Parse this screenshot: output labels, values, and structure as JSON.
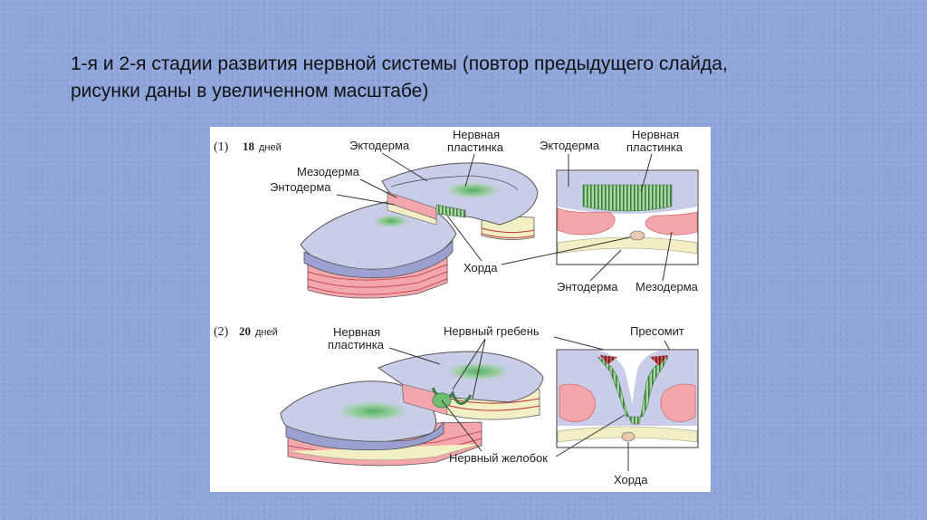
{
  "title": {
    "line1": "1-я и 2-я стадии развития нервной системы (повтор предыдущего слайда,",
    "line2": "рисунки даны в увеличенном масштабе)"
  },
  "stage1": {
    "number": "(1)",
    "days_value": "18",
    "days_unit": "дней",
    "labels": {
      "ectoderm_left": "Эктодерма",
      "neural_plate_left_1": "Нервная",
      "neural_plate_left_2": "пластинка",
      "mesoderm_left": "Мезодерма",
      "entoderm_left": "Энтодерма",
      "ectoderm_right": "Эктодерма",
      "neural_plate_right_1": "Нервная",
      "neural_plate_right_2": "пластинка",
      "chord": "Хорда",
      "entoderm_bottom": "Энтодерма",
      "mesoderm_bottom": "Мезодерма"
    }
  },
  "stage2": {
    "number": "(2)",
    "days_value": "20",
    "days_unit": "дней",
    "labels": {
      "neural_plate_1": "Нервная",
      "neural_plate_2": "пластинка",
      "neural_crest": "Нервный гребень",
      "presomite": "Пресомит",
      "neural_groove": "Нервный желобок",
      "chord": "Хорда"
    }
  },
  "colors": {
    "background": "#8fa6dc",
    "ectoderm": "#c9cde8",
    "mesoderm": "#f4a6ad",
    "entoderm": "#f3efc4",
    "neural_plate": "#8fcf8f",
    "crest": "#b23a3a"
  }
}
